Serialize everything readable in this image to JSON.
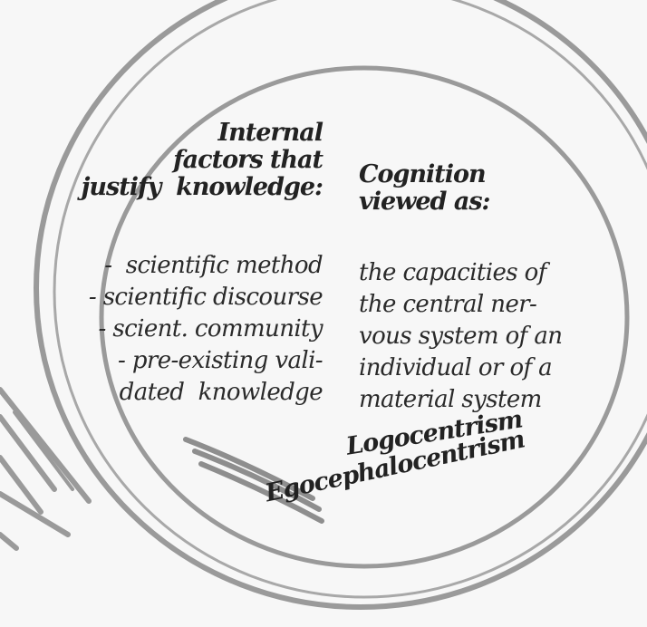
{
  "left_block": {
    "heading_lines": [
      "Internal",
      "factors that",
      "justify  knowledge:"
    ],
    "items": [
      "-  scientific method",
      "- scientific discourse",
      "- scient. community",
      "- pre-existing vali-",
      "dated  knowledge"
    ]
  },
  "right_block": {
    "heading_lines": [
      "Cognition",
      "viewed as:"
    ],
    "text_lines": [
      "the capacities of",
      "the central ner-",
      "vous system of an",
      "individual or of a",
      "material system"
    ]
  },
  "labels": {
    "logocentrism": "Logocentrism",
    "egocephalocentrism": "Egocephalocentrism"
  },
  "colors": {
    "background": "#f7f7f7",
    "stroke": "#9a9a9a",
    "text": "#222222"
  },
  "icon": "magnifying-glass-icon"
}
